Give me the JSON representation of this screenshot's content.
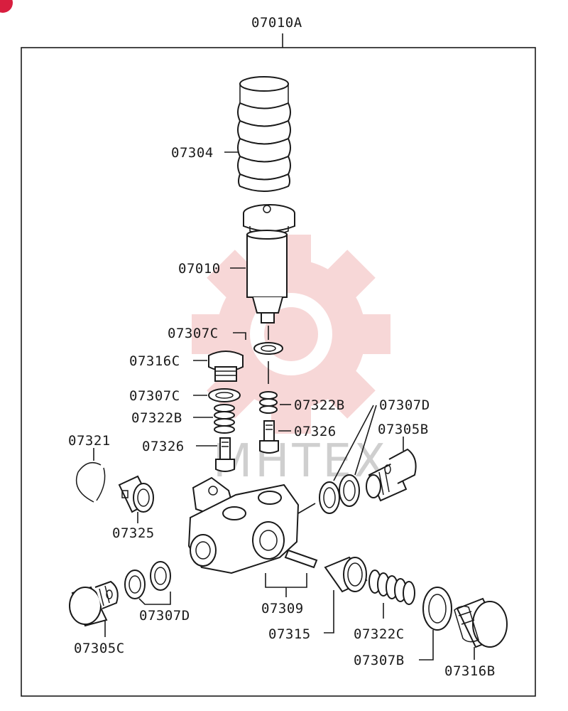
{
  "colors": {
    "line": "#1a1a1a",
    "watermark": "#f2b8b8",
    "watermark_text": "#cfcfcf",
    "corner_badge": "#d81e3f"
  },
  "diagram": {
    "assembly_label": "07010A",
    "watermark_text": "MHTEX",
    "part_labels": {
      "p07304": "07304",
      "p07010": "07010",
      "p07307c_top": "07307C",
      "p07316c": "07316C",
      "p07307c_left": "07307C",
      "p07322b_left": "07322B",
      "p07322b_right": "07322B",
      "p07307d_top": "07307D",
      "p07305b": "07305B",
      "p07326_right": "07326",
      "p07321": "07321",
      "p07326_left": "07326",
      "p07325": "07325",
      "p07307d_bottom": "07307D",
      "p07309": "07309",
      "p07305c": "07305C",
      "p07315": "07315",
      "p07322c": "07322C",
      "p07307b": "07307B",
      "p07316b": "07316B"
    }
  }
}
